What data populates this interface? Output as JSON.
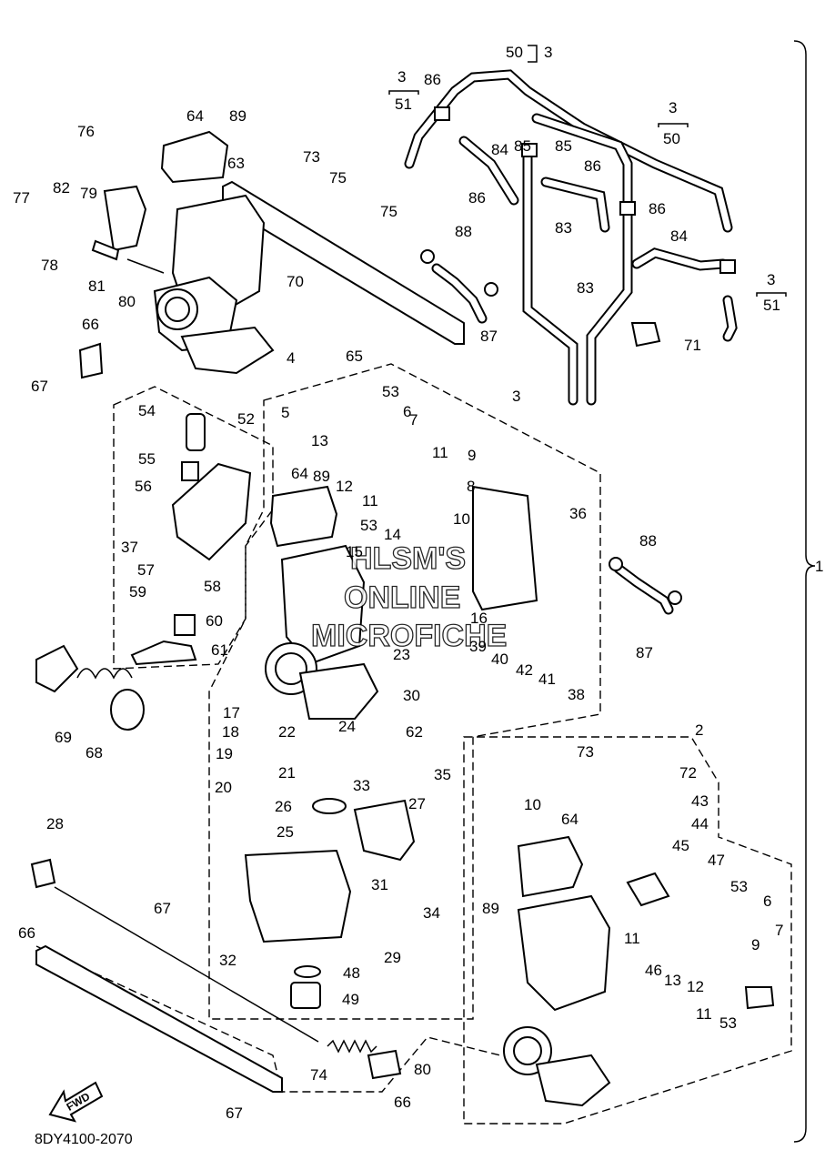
{
  "diagram_code": "8DY4100-2070",
  "direction_label": "FWD",
  "watermark_lines": [
    "HLSM'S",
    "ONLINE",
    "MICROFICHE"
  ],
  "bracket_label": "1",
  "sub_assembly_labels": [
    "2",
    "3"
  ],
  "boxed_labels": [
    {
      "top": "3",
      "bottom": "51"
    },
    {
      "top": "3",
      "bottom": "50"
    },
    {
      "top": "3",
      "bottom": "51"
    },
    {
      "top": "50",
      "bottom": "3"
    }
  ],
  "callouts": [
    "64",
    "89",
    "63",
    "76",
    "77",
    "82",
    "79",
    "78",
    "81",
    "80",
    "73",
    "75",
    "75",
    "70",
    "66",
    "4",
    "67",
    "86",
    "84",
    "86",
    "85",
    "85",
    "86",
    "83",
    "83",
    "84",
    "86",
    "88",
    "87",
    "71",
    "65",
    "5",
    "53",
    "6",
    "7",
    "11",
    "9",
    "13",
    "12",
    "11",
    "8",
    "54",
    "52",
    "55",
    "56",
    "37",
    "57",
    "58",
    "59",
    "60",
    "61",
    "64",
    "89",
    "14",
    "15",
    "10",
    "36",
    "53",
    "16",
    "23",
    "39",
    "40",
    "42",
    "41",
    "38",
    "88",
    "87",
    "69",
    "68",
    "17",
    "18",
    "19",
    "20",
    "22",
    "21",
    "24",
    "30",
    "62",
    "35",
    "33",
    "26",
    "25",
    "27",
    "31",
    "34",
    "32",
    "48",
    "29",
    "49",
    "28",
    "66",
    "67",
    "74",
    "80",
    "66",
    "67",
    "73",
    "72",
    "43",
    "44",
    "45",
    "47",
    "53",
    "6",
    "7",
    "9",
    "11",
    "46",
    "13",
    "12",
    "11",
    "53",
    "10",
    "64",
    "89",
    "63"
  ]
}
